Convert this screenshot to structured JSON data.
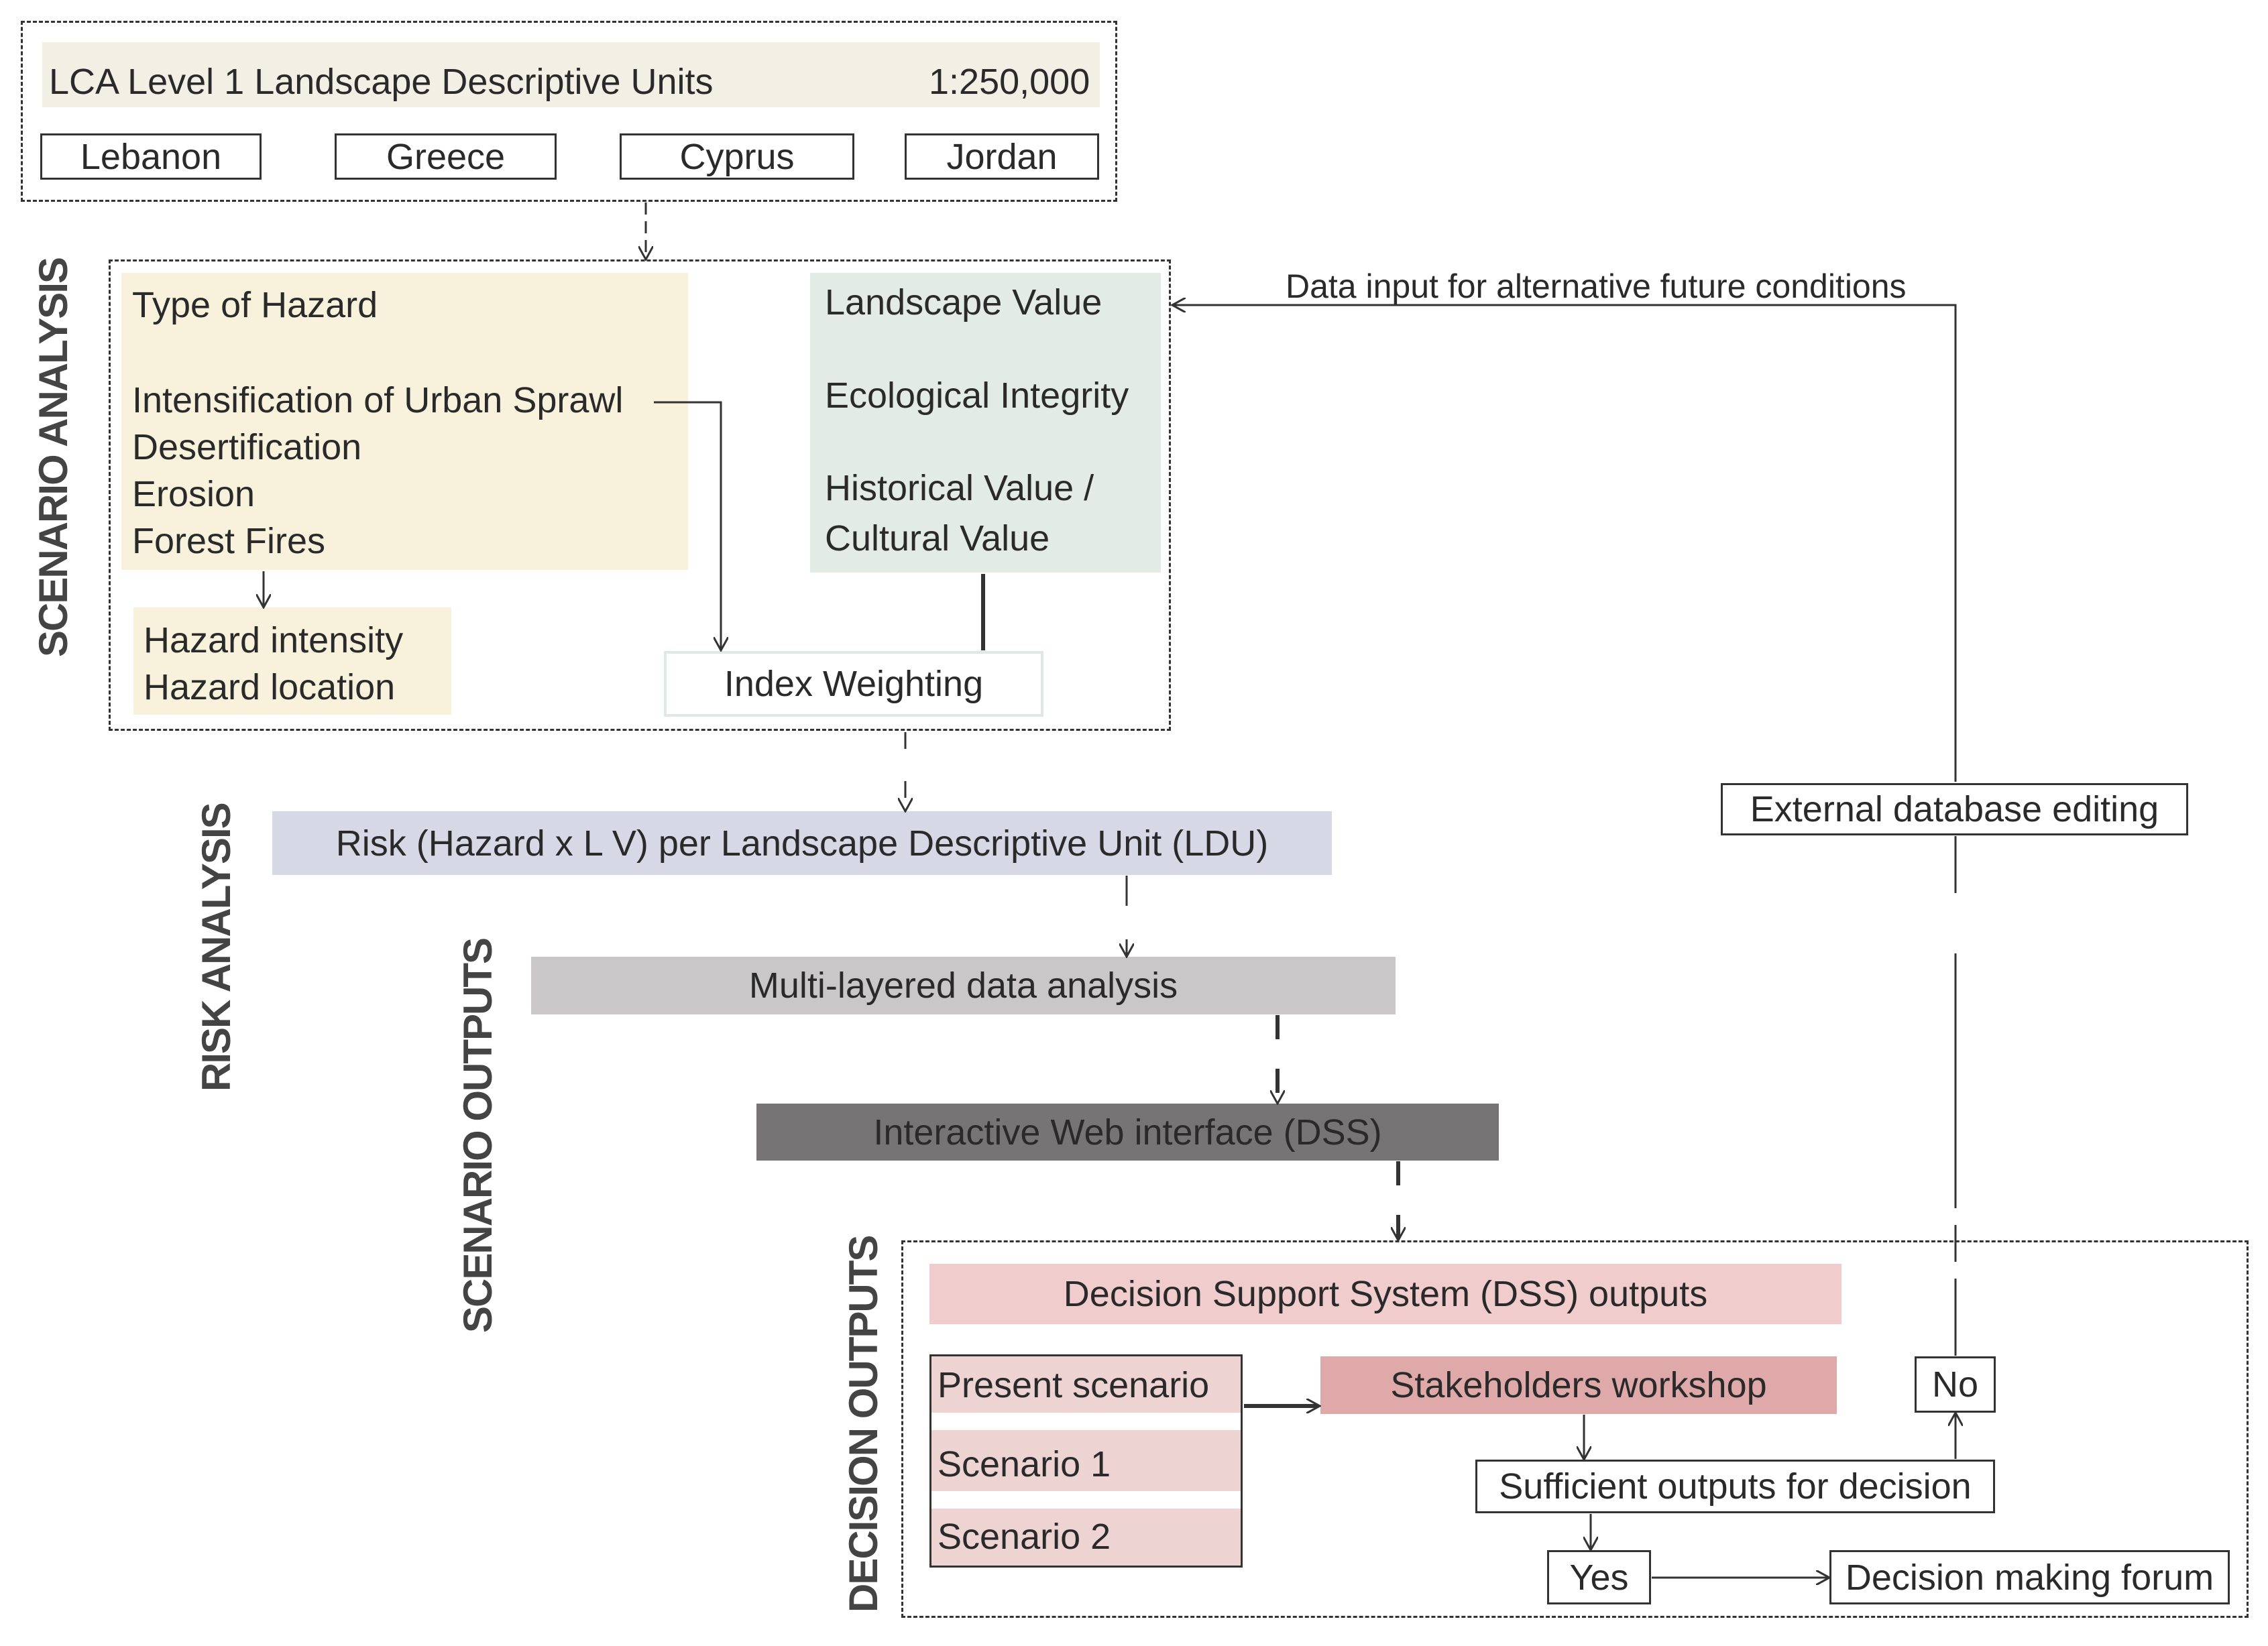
{
  "lca": {
    "title": "LCA Level 1 Landscape Descriptive Units",
    "scale": "1:250,000",
    "countries": [
      "Lebanon",
      "Greece",
      "Cyprus",
      "Jordan"
    ]
  },
  "section_labels": {
    "scenario_analysis": "SCENARIO ANALYSIS",
    "risk_analysis": "RISK ANALYSIS",
    "scenario_outputs": "SCENARIO OUTPUTS",
    "decision_outputs": "DECISION OUTPUTS"
  },
  "hazard": {
    "title": "Type of Hazard",
    "items": [
      "Intensification of Urban Sprawl",
      "Desertification",
      "Erosion",
      "Forest Fires"
    ],
    "detail": [
      "Hazard intensity",
      "Hazard location"
    ]
  },
  "landscape": {
    "items": [
      "Landscape Value",
      "Ecological Integrity",
      "Historical Value /",
      "Cultural Value"
    ]
  },
  "index_weighting": "Index Weighting",
  "feedback_label": "Data input for alternative future conditions",
  "external_db": "External database editing",
  "risk": "Risk (Hazard x L V) per Landscape Descriptive Unit (LDU)",
  "multi_layered": "Multi-layered data analysis",
  "web_interface": "Interactive Web interface (DSS)",
  "dss_outputs": "Decision Support System (DSS) outputs",
  "scenarios": [
    "Present scenario",
    "Scenario 1",
    "Scenario 2"
  ],
  "stakeholders": "Stakeholders workshop",
  "sufficient": "Sufficient outputs for decision",
  "yes": "Yes",
  "no": "No",
  "forum": "Decision making forum",
  "colors": {
    "lca_title_bg": "#f2efe4",
    "hazard_bg": "#f8f2dc",
    "landscape_bg": "#e2ebe6",
    "risk_bg": "#d6d8e6",
    "multi_bg": "#c9c7c7",
    "web_bg": "#777476",
    "dss_bg": "#f0cccc",
    "scenario_bg": "#eed3d3",
    "stakeholder_bg": "#dfa9a9"
  }
}
